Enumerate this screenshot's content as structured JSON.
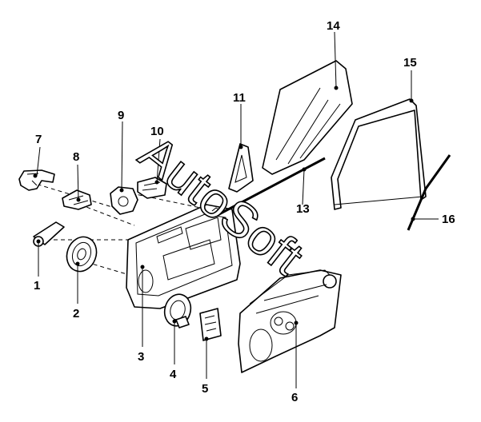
{
  "diagram": {
    "watermark": "AutoSoft",
    "part_labels": [
      "1",
      "2",
      "3",
      "4",
      "5",
      "6",
      "7",
      "8",
      "9",
      "10",
      "11",
      "13",
      "14",
      "15",
      "16"
    ],
    "colors": {
      "line": "#000000",
      "background": "#ffffff"
    }
  }
}
